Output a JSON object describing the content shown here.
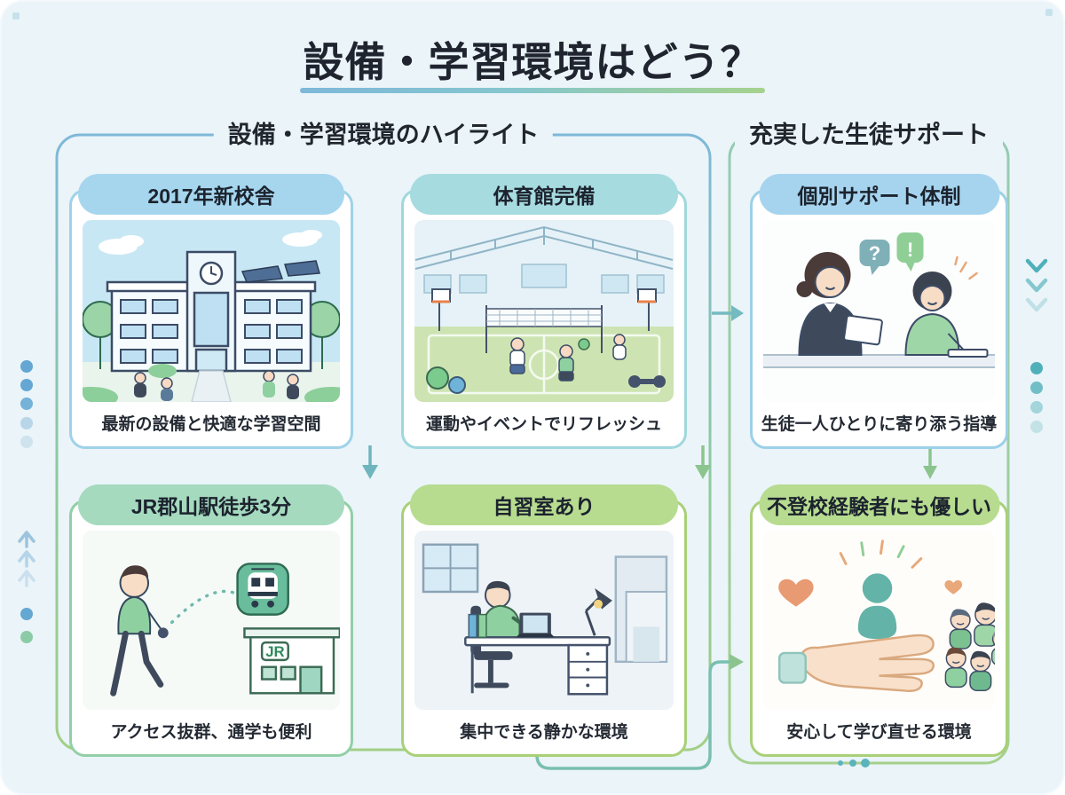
{
  "title": {
    "text": "設備・学習環境はどう？"
  },
  "groups": {
    "highlights": {
      "label": "設備・学習環境のハイライト"
    },
    "support": {
      "label": "充実した生徒サポート"
    }
  },
  "cards": [
    {
      "header": "2017年新校舎",
      "caption": "最新の設備と快適な学習空間",
      "illustration": "school-building"
    },
    {
      "header": "体育館完備",
      "caption": "運動やイベントでリフレッシュ",
      "illustration": "gymnasium"
    },
    {
      "header": "個別サポート体制",
      "caption": "生徒一人ひとりに寄り添う指導",
      "illustration": "teacher-student-counseling",
      "bubble_question": "?",
      "bubble_exclaim": "!"
    },
    {
      "header": "JR郡山駅徒歩3分",
      "caption": "アクセス抜群、通学も便利",
      "illustration": "walk-to-station",
      "station_logo": "JR"
    },
    {
      "header": "自習室あり",
      "caption": "集中できる静かな環境",
      "illustration": "study-room"
    },
    {
      "header": "不登校経験者にも優しい",
      "caption": "安心して学び直せる環境",
      "illustration": "supportive-community"
    }
  ],
  "colors": {
    "background": "#eaf4f9",
    "accent_blue": "#7eb8d9",
    "accent_teal": "#6fb5bd",
    "accent_green": "#a6d28d",
    "pill_blue": "#a6d6ee",
    "pill_teal": "#a6dbe0",
    "pill_mint": "#a5dabf",
    "pill_green": "#b7dc90",
    "text_dark": "#1f242e"
  }
}
